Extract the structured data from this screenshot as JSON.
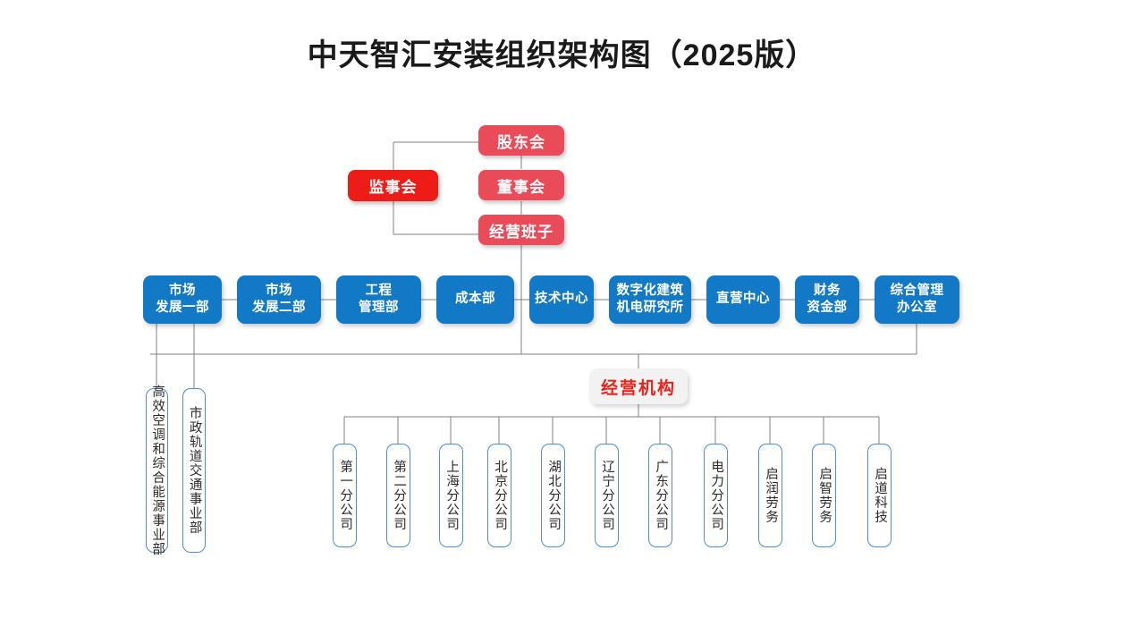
{
  "title": "中天智汇安装组织架构图（2025版）",
  "colors": {
    "red_soft": "#ea4b59",
    "red_strong": "#ed1c16",
    "blue": "#1279c6",
    "pill_bg": "#f2f2f2",
    "pill_text": "#e8241c",
    "outline_blue": "#4f8fcd",
    "wire": "#808080",
    "title_text": "#1a1a1a"
  },
  "governance": {
    "shareholders": "股东会",
    "board": "董事会",
    "management": "经营班子",
    "supervisors": "监事会"
  },
  "departments": [
    {
      "label": "市场\n发展一部",
      "line1": "市场",
      "line2": "发展一部"
    },
    {
      "label": "市场\n发展二部",
      "line1": "市场",
      "line2": "发展二部"
    },
    {
      "label": "工程\n管理部",
      "line1": "工程",
      "line2": "管理部"
    },
    {
      "label": "成本部",
      "line1": "成本部",
      "line2": ""
    },
    {
      "label": "技术中心",
      "line1": "技术中心",
      "line2": ""
    },
    {
      "label": "数字化建筑\n机电研究所",
      "line1": "数字化建筑",
      "line2": "机电研究所"
    },
    {
      "label": "直营中心",
      "line1": "直营中心",
      "line2": ""
    },
    {
      "label": "财务\n资金部",
      "line1": "财务",
      "line2": "资金部"
    },
    {
      "label": "综合管理\n办公室",
      "line1": "综合管理",
      "line2": "办公室"
    }
  ],
  "business_units": [
    {
      "label": "高效空调和综合能源事业部"
    },
    {
      "label": "市政轨道交通事业部"
    }
  ],
  "operating_group": {
    "label": "经营机构"
  },
  "branches": [
    {
      "label": "第一分公司"
    },
    {
      "label": "第二分公司"
    },
    {
      "label": "上海分公司"
    },
    {
      "label": "北京分公司"
    },
    {
      "label": "湖北分公司"
    },
    {
      "label": "辽宁分公司"
    },
    {
      "label": "广东分公司"
    },
    {
      "label": "电力分公司"
    },
    {
      "label": "启润劳务"
    },
    {
      "label": "启智劳务"
    },
    {
      "label": "启道科技"
    }
  ]
}
